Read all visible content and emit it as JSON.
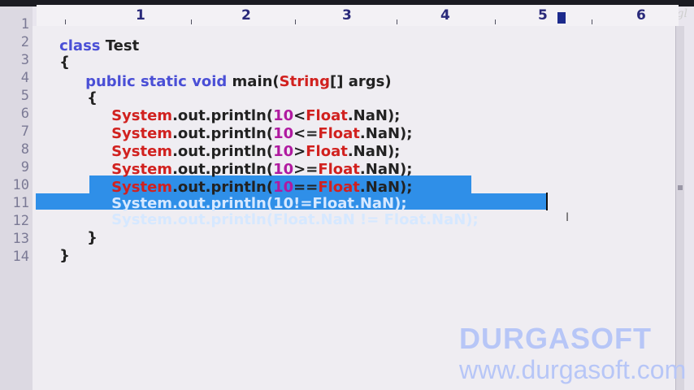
{
  "ruler": {
    "numbers": [
      "1",
      "2",
      "3",
      "4",
      "5",
      "6"
    ]
  },
  "gutter": {
    "line_numbers": [
      "1",
      "2",
      "3",
      "4",
      "5",
      "6",
      "7",
      "8",
      "9",
      "10",
      "11",
      "12",
      "13",
      "14"
    ]
  },
  "code": {
    "line1": {
      "a": "class",
      "b": " Test"
    },
    "line2": {
      "a": "{"
    },
    "line3": {
      "a": "public static void",
      "b": " main(",
      "c": "String",
      "d": "[] args)"
    },
    "line4": {
      "a": "{"
    },
    "line5": {
      "a": "System",
      "b": ".out.println(",
      "c": "10",
      "d": "<",
      "e": "Float",
      "f": ".NaN);"
    },
    "line6": {
      "a": "System",
      "b": ".out.println(",
      "c": "10",
      "d": "<=",
      "e": "Float",
      "f": ".NaN);"
    },
    "line7": {
      "a": "System",
      "b": ".out.println(",
      "c": "10",
      "d": ">",
      "e": "Float",
      "f": ".NaN);"
    },
    "line8": {
      "a": "System",
      "b": ".out.println(",
      "c": "10",
      "d": ">=",
      "e": "Float",
      "f": ".NaN);"
    },
    "line9": {
      "a": "System",
      "b": ".out.println(",
      "c": "10",
      "d": "==",
      "e": "Float",
      "f": ".NaN);"
    },
    "line10": {
      "a": "System.out.println(10!=Float.NaN);"
    },
    "line11": {
      "a": "System.out.println(Float.NaN != Float.NaN);"
    },
    "line12": {
      "a": "}"
    },
    "line13": {
      "a": "}"
    }
  },
  "watermark": {
    "brand": "DURGASOFT",
    "url": "www.durgasoft.com"
  },
  "colors": {
    "keyword": "#4a4fd6",
    "type": "#d1211f",
    "number": "#b01aa0",
    "selection": "#2f8fe8",
    "brand": "#b7c6f7"
  },
  "icons": {
    "ibeam": "text-cursor-icon"
  }
}
